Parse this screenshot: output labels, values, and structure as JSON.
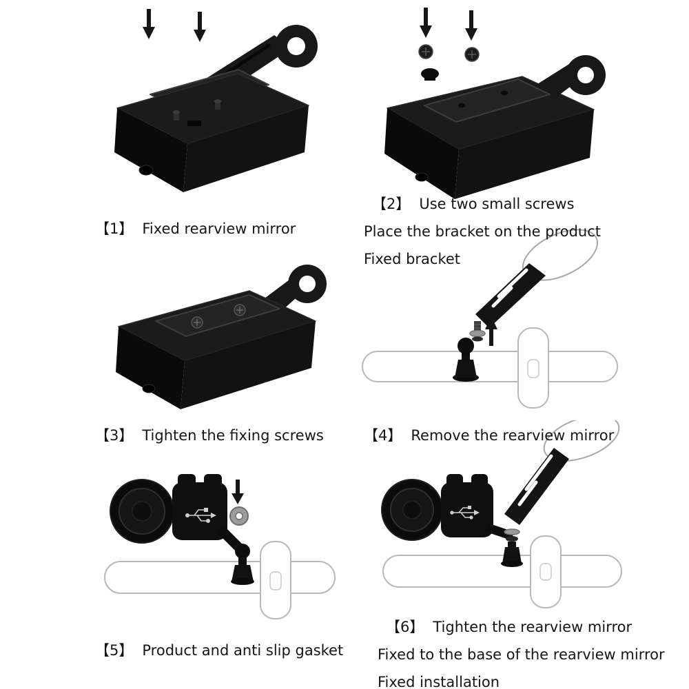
{
  "steps": [
    {
      "num": "【1】",
      "lines": [
        "Fixed rearview mirror"
      ]
    },
    {
      "num": "【2】",
      "lines": [
        "Use two small screws",
        "Place the bracket on the product",
        "Fixed bracket"
      ]
    },
    {
      "num": "【3】",
      "lines": [
        "Tighten the fixing screws"
      ]
    },
    {
      "num": "【4】",
      "lines": [
        "Remove the rearview mirror"
      ]
    },
    {
      "num": "【5】",
      "lines": [
        "Product and anti slip gasket"
      ]
    },
    {
      "num": "【6】",
      "lines": [
        "Tighten the rearview mirror",
        "Fixed to the base of the rearview mirror",
        "Fixed installation"
      ]
    }
  ],
  "icons": {
    "down-arrow-icon": "↓",
    "up-arrow-icon": "↑",
    "screw-icon": "⊕",
    "washer-icon": "◎",
    "usb-icon": "USB trident symbol"
  },
  "colors": {
    "background": "#ffffff",
    "text": "#151515",
    "product_black": "#111111",
    "outline_gray": "#b8b8b8",
    "washer_gray": "#9c9c9c"
  }
}
